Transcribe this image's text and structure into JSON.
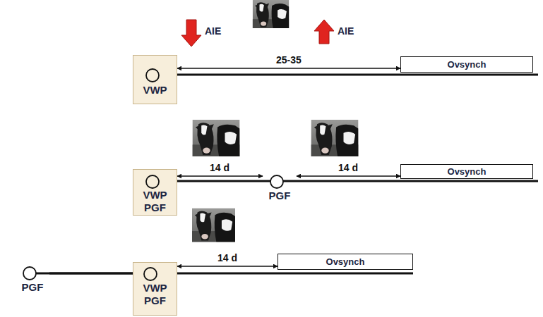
{
  "diagram": {
    "nodes": [
      {
        "text": [
          "VWP"
        ]
      },
      {
        "text": [
          "Ovsynch"
        ]
      },
      {
        "text": [
          "VWP",
          "PGF"
        ]
      },
      {
        "text": [
          "PGF"
        ]
      },
      {
        "text": [
          "Ovsynch"
        ]
      },
      {
        "text": [
          "PGF"
        ]
      },
      {
        "text": [
          "VWP",
          "PGF"
        ]
      },
      {
        "text": [
          "Ovsynch"
        ]
      }
    ],
    "edges": [
      {
        "from": 0,
        "to": 1,
        "arrow": "both",
        "label": "25-35"
      },
      {
        "from": 2,
        "to": 3,
        "arrow": "both",
        "label": "14 d"
      },
      {
        "from": 3,
        "to": 4,
        "arrow": "both",
        "label": "14 d"
      },
      {
        "from": 6,
        "to": 7,
        "arrow": "both",
        "label": "14 d"
      },
      {
        "from": 5,
        "to": 6,
        "arrow": "none"
      }
    ],
    "labels": [
      "AIE",
      "AIE"
    ]
  }
}
